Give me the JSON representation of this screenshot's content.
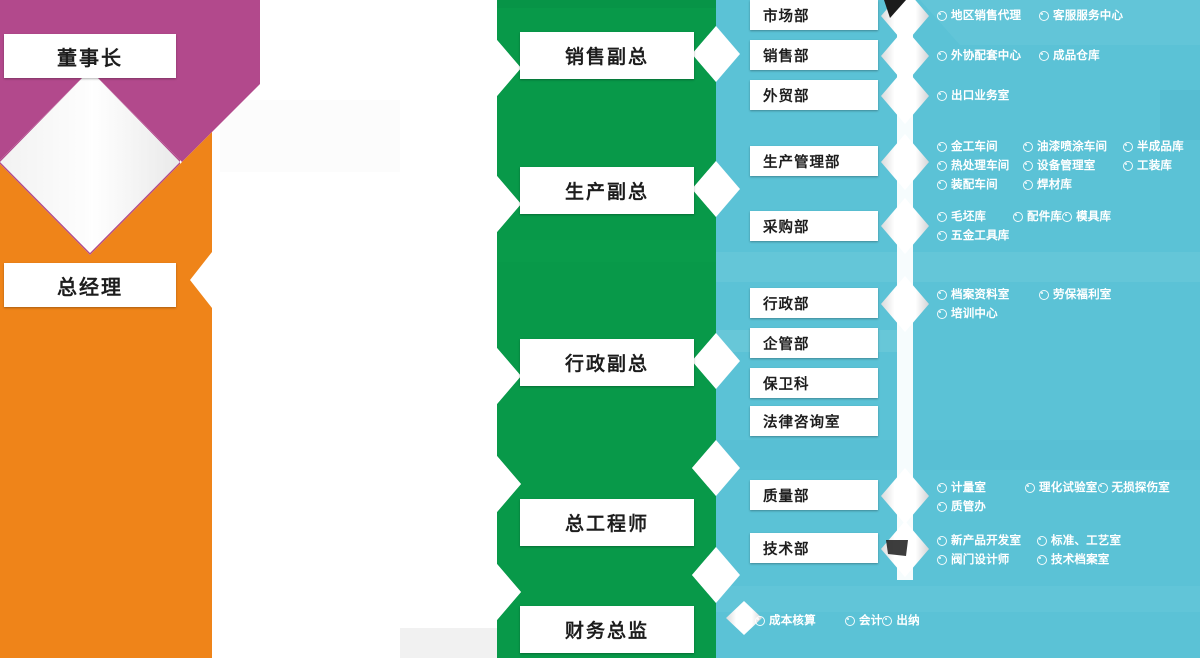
{
  "meta": {
    "title": "企业组织架构图",
    "colors": {
      "purple": "#b2498c",
      "orange": "#ef8419",
      "green": "#089949",
      "teal": "#5bc2d6",
      "teal_dark": "#4fb4c9",
      "box_white": "#ffffff",
      "text_dark": "#1d1d1d",
      "leaf_text": "#ffffff"
    }
  },
  "level1": [
    {
      "id": "chairman",
      "label": "董事长",
      "band": "purple"
    },
    {
      "id": "general-manager",
      "label": "总经理",
      "band": "orange"
    }
  ],
  "level2": [
    {
      "id": "sales-vp",
      "label": "销售副总"
    },
    {
      "id": "production-vp",
      "label": "生产副总"
    },
    {
      "id": "admin-vp",
      "label": "行政副总"
    },
    {
      "id": "chief-engineer",
      "label": "总工程师"
    },
    {
      "id": "cfo",
      "label": "财务总监"
    }
  ],
  "departments": [
    {
      "id": "marketing-dept",
      "label": "市场部",
      "parent": "sales-vp"
    },
    {
      "id": "sales-dept",
      "label": "销售部",
      "parent": "sales-vp"
    },
    {
      "id": "foreign-trade",
      "label": "外贸部",
      "parent": "sales-vp"
    },
    {
      "id": "production-mgmt",
      "label": "生产管理部",
      "parent": "production-vp"
    },
    {
      "id": "purchasing",
      "label": "采购部",
      "parent": "production-vp"
    },
    {
      "id": "administration",
      "label": "行政部",
      "parent": "admin-vp"
    },
    {
      "id": "enterprise-mgmt",
      "label": "企管部",
      "parent": "admin-vp"
    },
    {
      "id": "security",
      "label": "保卫科",
      "parent": "admin-vp"
    },
    {
      "id": "legal-office",
      "label": "法律咨询室",
      "parent": "admin-vp"
    },
    {
      "id": "quality-dept",
      "label": "质量部",
      "parent": "chief-engineer"
    },
    {
      "id": "technology-dept",
      "label": "技术部",
      "parent": "chief-engineer"
    }
  ],
  "leaf_groups": [
    {
      "id": "marketing-leaves",
      "owner": "marketing-dept",
      "items": [
        "地区销售代理",
        "客服服务中心"
      ]
    },
    {
      "id": "sales-leaves",
      "owner": "sales-dept",
      "items": [
        "外协配套中心",
        "成品仓库"
      ]
    },
    {
      "id": "foreign-trade-leaves",
      "owner": "foreign-trade",
      "items": [
        "出口业务室"
      ]
    },
    {
      "id": "production-mgmt-leaves",
      "owner": "production-mgmt",
      "items": [
        "金工车间",
        "油漆喷涂车间",
        "半成品库",
        "热处理车间",
        "设备管理室",
        "工装库",
        "装配车间",
        "焊材库"
      ]
    },
    {
      "id": "purchasing-leaves",
      "owner": "purchasing",
      "items": [
        "毛坯库",
        "配件库",
        "模具库",
        "五金工具库"
      ]
    },
    {
      "id": "administration-leaves",
      "owner": "administration",
      "items": [
        "档案资料室",
        "劳保福利室",
        "培训中心"
      ]
    },
    {
      "id": "quality-leaves",
      "owner": "quality-dept",
      "items": [
        "计量室",
        "理化试验室",
        "无损探伤室",
        "质管办"
      ]
    },
    {
      "id": "technology-leaves",
      "owner": "technology-dept",
      "items": [
        "新产品开发室",
        "标准、工艺室",
        "阀门设计师",
        "技术档案室"
      ]
    },
    {
      "id": "finance-leaves",
      "owner": "cfo",
      "items": [
        "成本核算",
        "会计",
        "出纳"
      ]
    }
  ],
  "chart_data": {
    "type": "diagram",
    "title": "企业组织架构图",
    "orientation": "left-to-right hierarchy",
    "levels": 4
  }
}
